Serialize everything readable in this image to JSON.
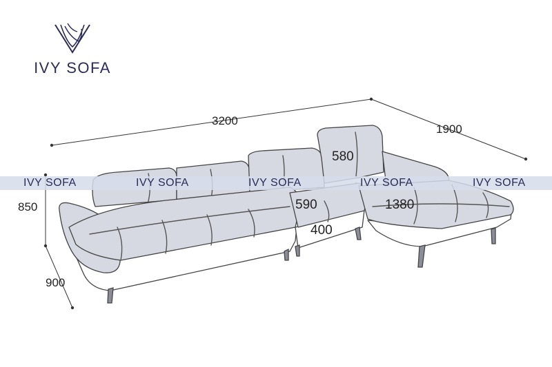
{
  "brand": {
    "name": "IVY SOFA",
    "icon": "ivy-sofa-logo-mark"
  },
  "watermark": {
    "text": "IVY SOFA",
    "repeat": 5
  },
  "dimensions": {
    "total_length": "3200",
    "chaise_length": "1900",
    "total_height": "850",
    "depth": "900",
    "backrest_height": "580",
    "seat_depth": "590",
    "seat_height": "400",
    "chaise_width": "1380"
  },
  "colors": {
    "upholstery": "#d7d9e2",
    "outline": "#444444",
    "band": "#d6dceb",
    "brand_text": "#2b2b55"
  }
}
